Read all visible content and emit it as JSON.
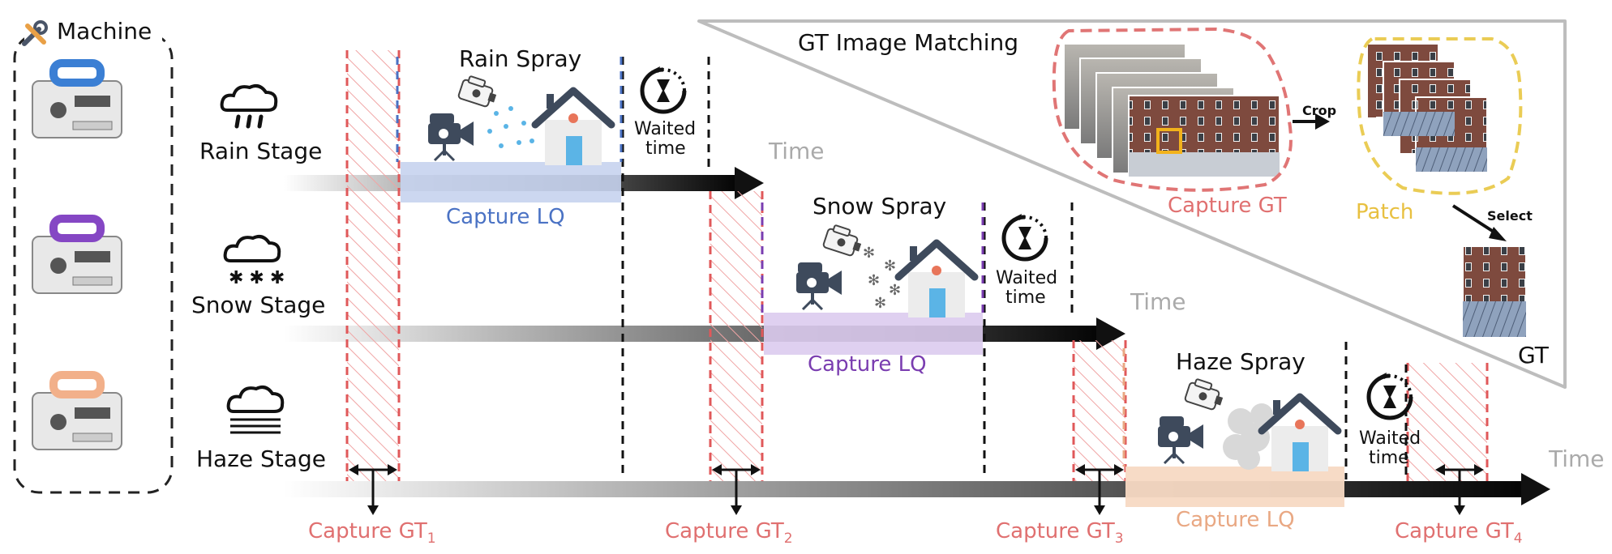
{
  "machine_panel": {
    "title": "Machine"
  },
  "stages": [
    {
      "label": "Rain Stage",
      "spray": "Rain Spray",
      "capture_lq": "Capture LQ",
      "time": "Time",
      "waited": "Waited",
      "waited2": "time",
      "color": "#4a72c4",
      "lq_fill": "#c6d3ee"
    },
    {
      "label": "Snow Stage",
      "spray": "Snow Spray",
      "capture_lq": "Capture LQ",
      "time": "Time",
      "waited": "Waited",
      "waited2": "time",
      "color": "#7a3db0",
      "lq_fill": "#dccbee"
    },
    {
      "label": "Haze Stage",
      "spray": "Haze Spray",
      "capture_lq": "Capture LQ",
      "time": "Time",
      "waited": "Waited",
      "waited2": "time",
      "color": "#e9a883",
      "lq_fill": "#f7d9c3"
    }
  ],
  "gt_captures": [
    {
      "base": "Capture GT",
      "sub": "1"
    },
    {
      "base": "Capture GT",
      "sub": "2"
    },
    {
      "base": "Capture GT",
      "sub": "3"
    },
    {
      "base": "Capture GT",
      "sub": "4"
    }
  ],
  "gt_matching": {
    "title": "GT Image Matching",
    "crop": "Crop",
    "select": "Select",
    "capture_gt": "Capture GT",
    "patch": "Patch",
    "gt": "GT"
  },
  "colors": {
    "gt_red": "#e0585a",
    "gt_label": "#e07070",
    "patch_yellow": "#e8c040",
    "arrow_dark": "#111111",
    "time_gray": "#aaaaaa",
    "house_roof": "#3e4a5c",
    "house_door": "#5bb4e6",
    "house_dot": "#e8755a"
  },
  "icons": [
    "tool-icon",
    "rain-cloud-icon",
    "snow-cloud-icon",
    "haze-cloud-icon",
    "camera-icon",
    "sprayer-icon",
    "house-icon",
    "hourglass-icon",
    "fog-machine-icon"
  ]
}
